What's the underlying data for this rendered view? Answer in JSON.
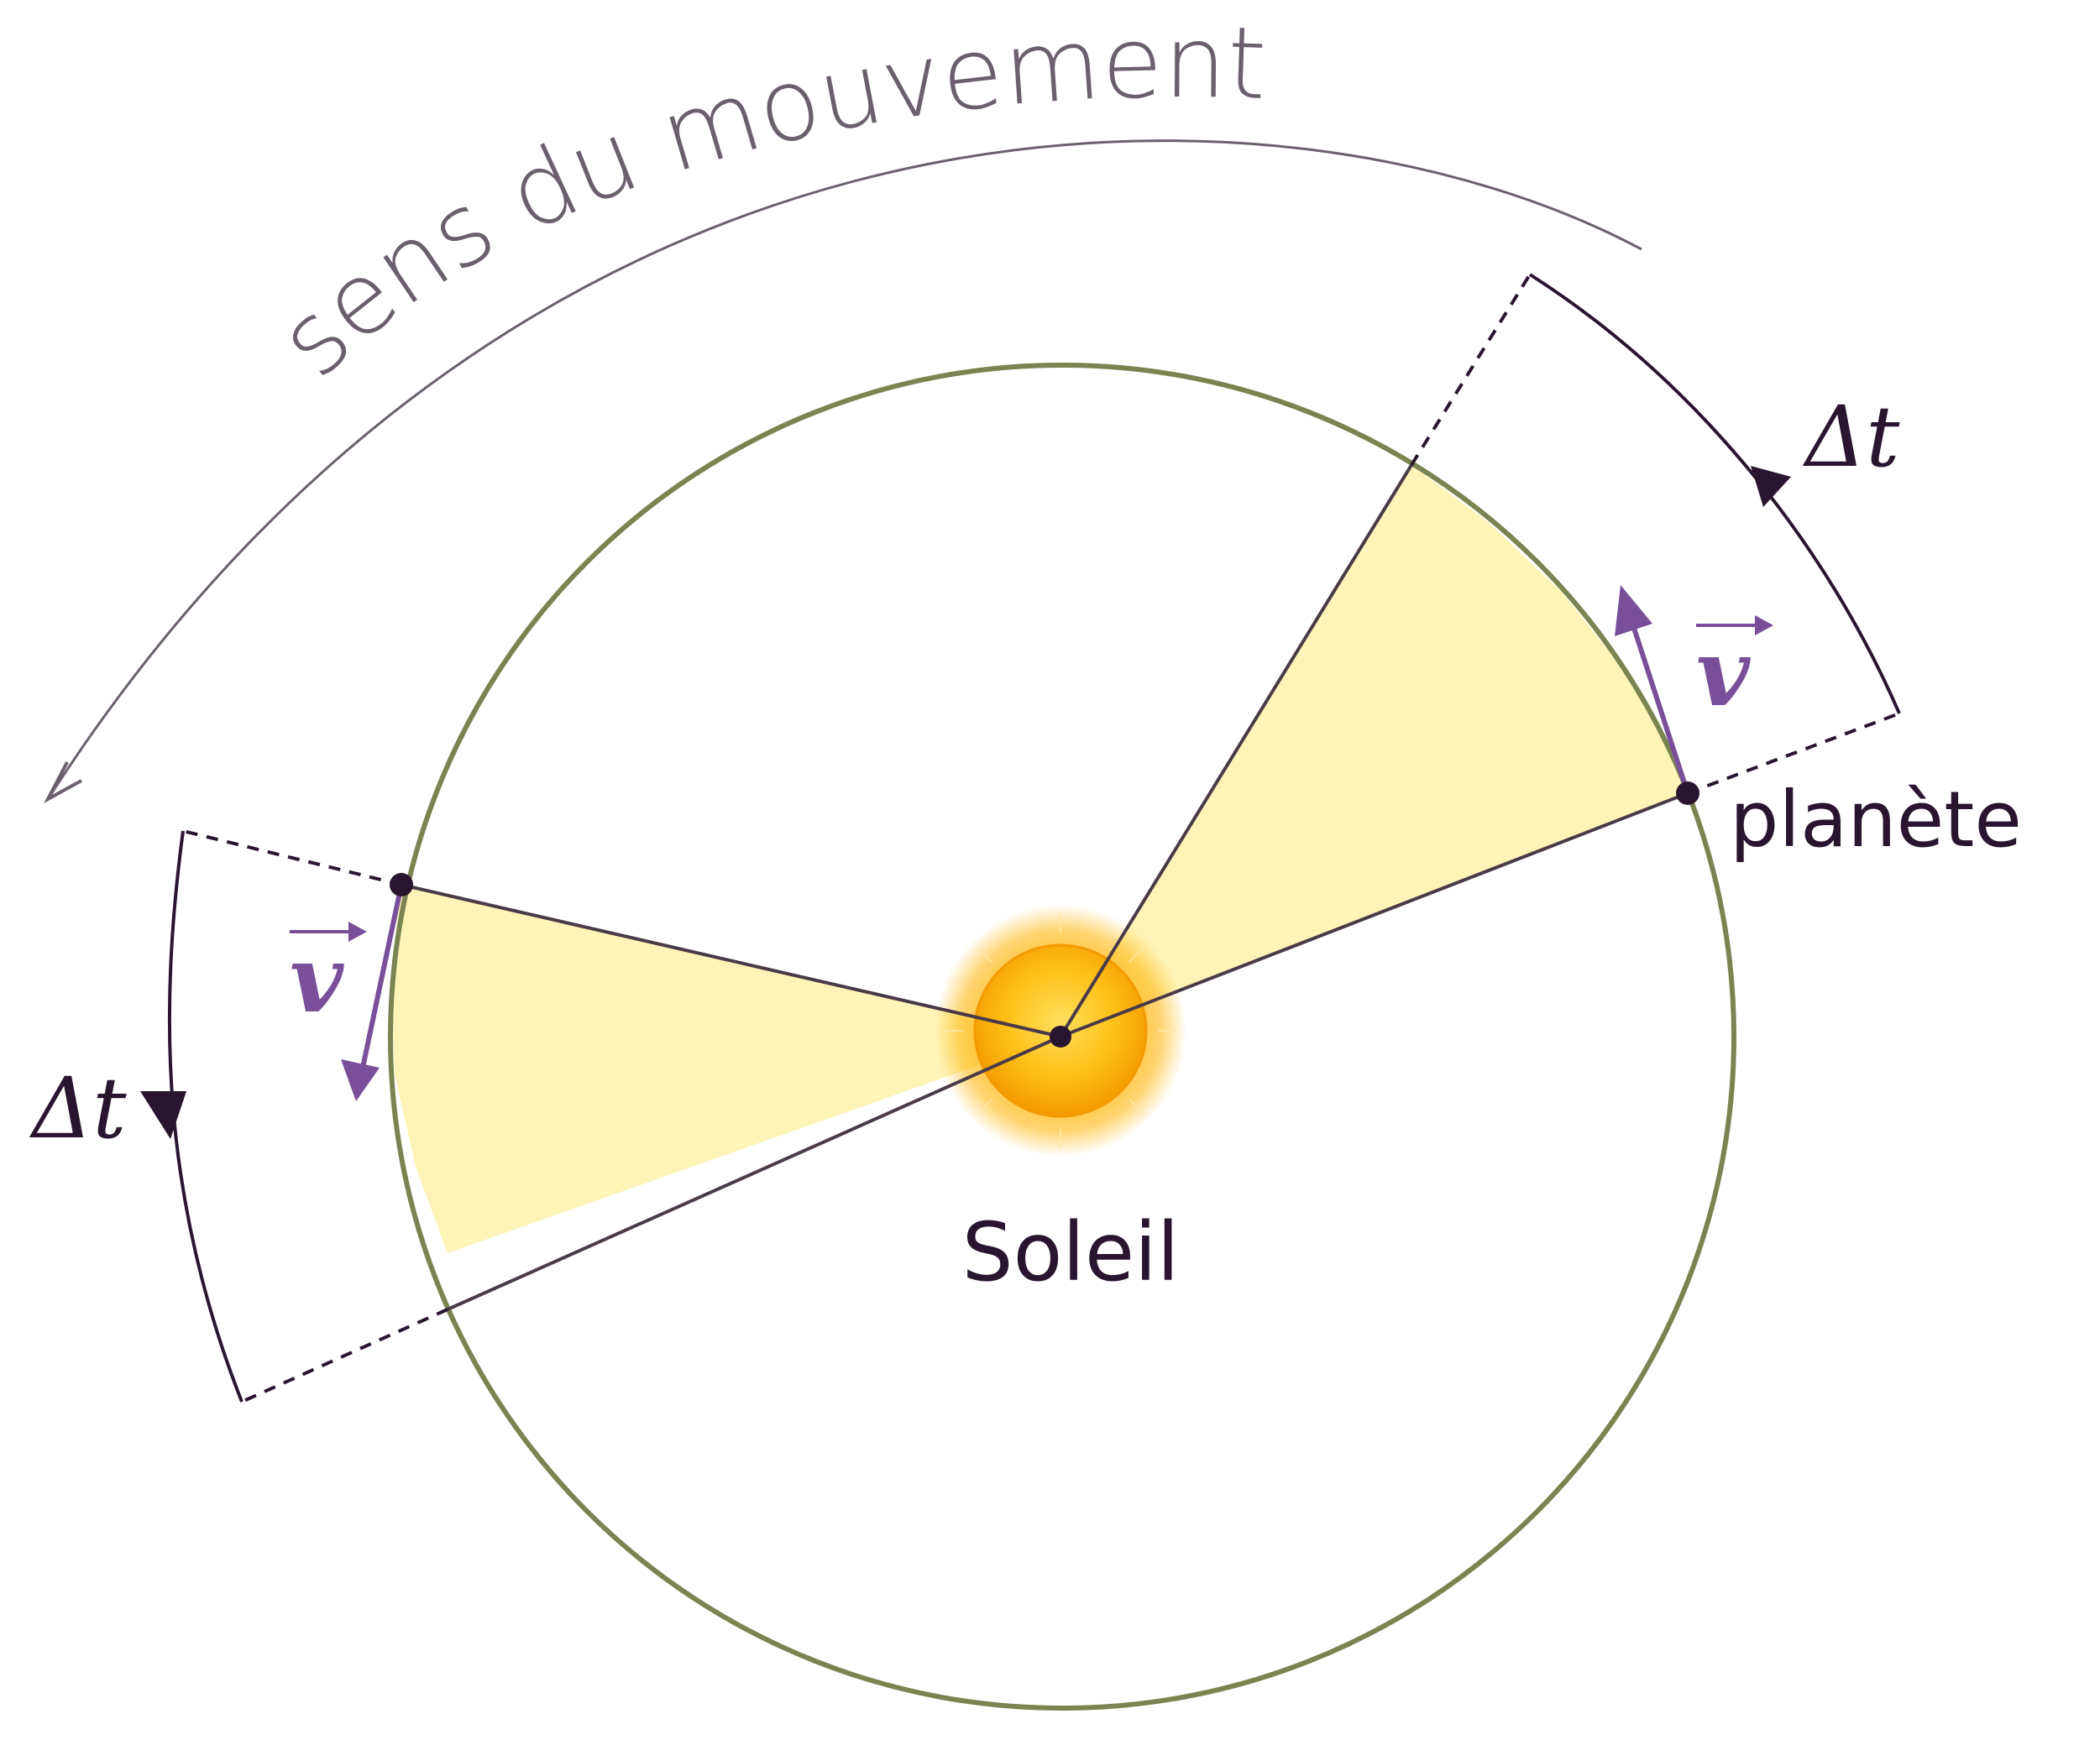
{
  "labels": {
    "motion": "sens du mouvement",
    "delta_t": "Δt",
    "velocity": "v",
    "planet": "planète",
    "sun": "Soleil"
  },
  "colors": {
    "orbit": "#7a8450",
    "sector_fill": "#fff4b8",
    "line": "#4a3a48",
    "dark": "#2a1530",
    "velocity": "#7a4f9a",
    "motion_arrow": "#6b5f6e",
    "sun_outer": "#f7a500",
    "sun_inner": "#ffd34d"
  }
}
